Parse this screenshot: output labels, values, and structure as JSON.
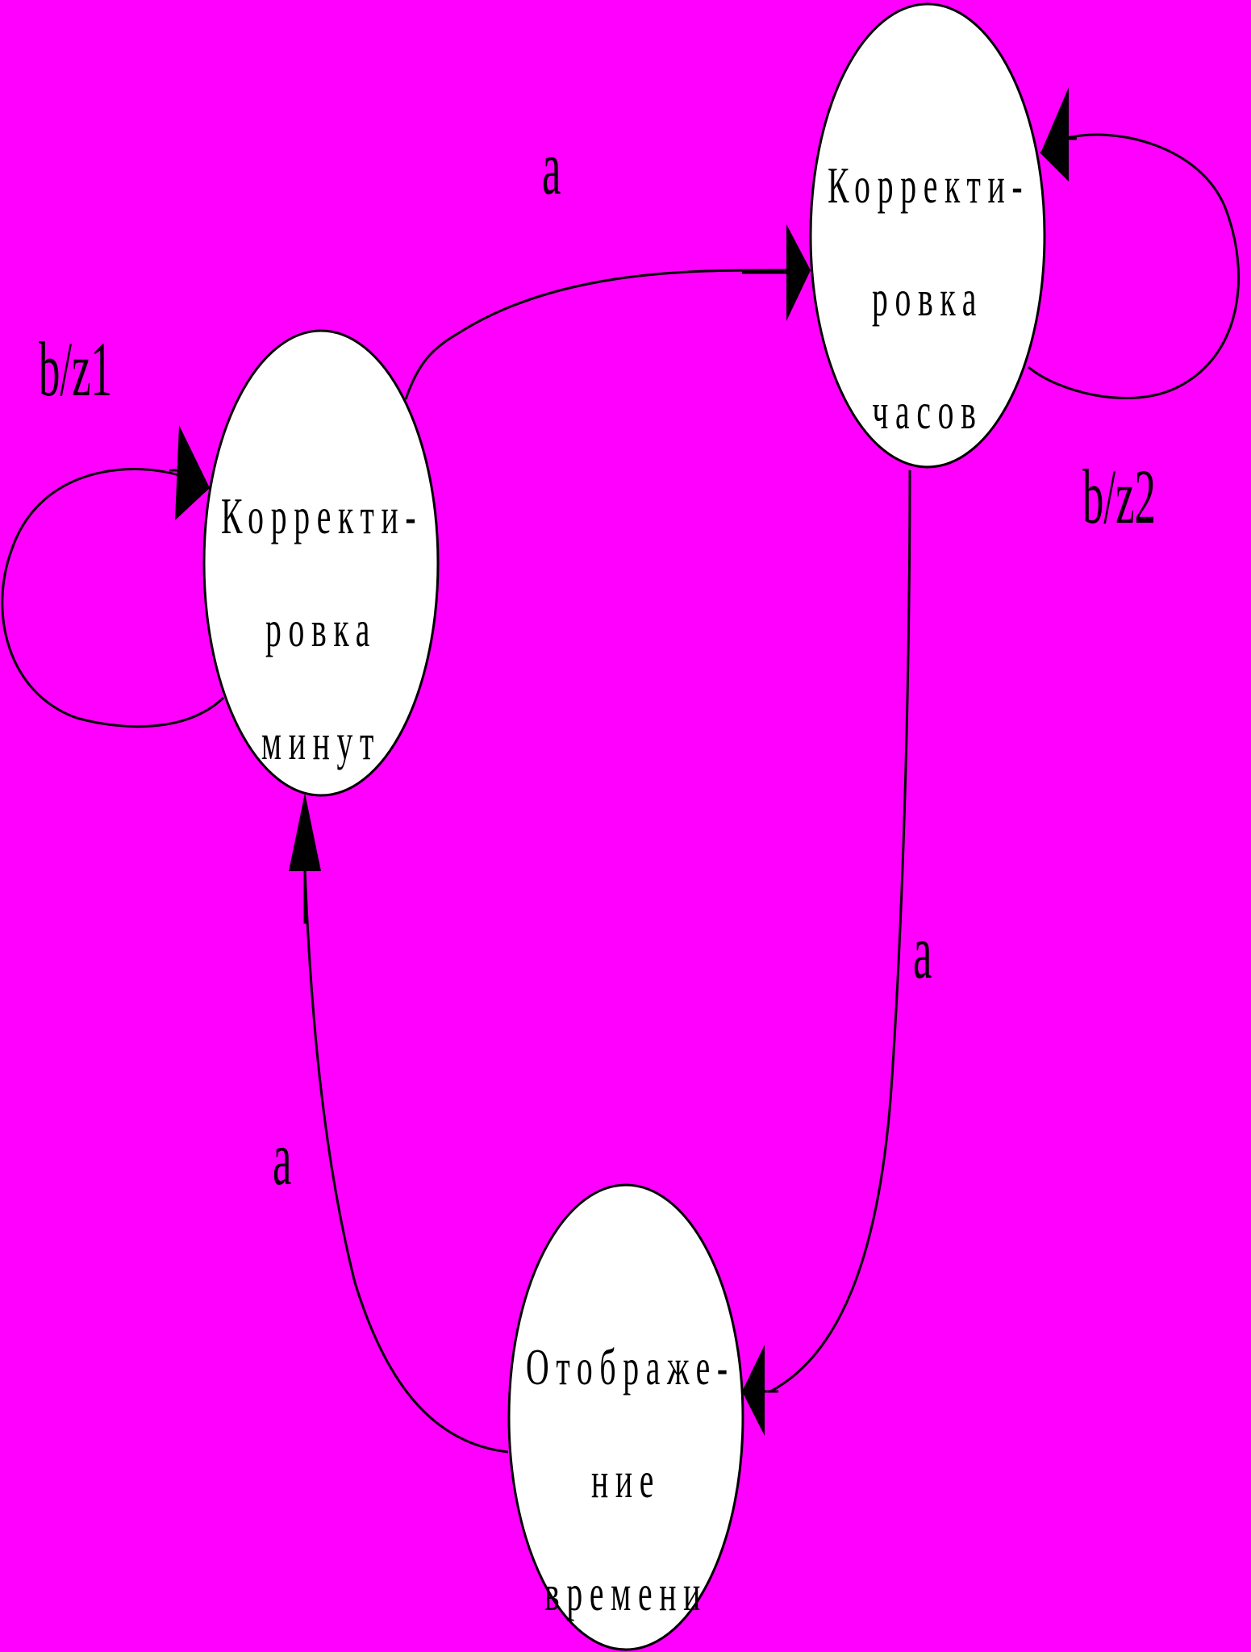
{
  "diagram": {
    "background": "#ff00ff",
    "node_fill": "#ffffff",
    "stroke": "#000000",
    "nodes": {
      "minutes": {
        "lines": [
          "Корректи-",
          "ровка",
          "минут"
        ]
      },
      "hours": {
        "lines": [
          "Корректи-",
          "ровка",
          "часов"
        ]
      },
      "display": {
        "lines": [
          "Отображе-",
          "ние",
          "времени"
        ]
      }
    },
    "edges": {
      "minutes_to_hours": {
        "label": "a"
      },
      "hours_to_display": {
        "label": "a"
      },
      "display_to_minutes": {
        "label": "a"
      },
      "minutes_loop": {
        "label": "b/z1"
      },
      "hours_loop": {
        "label": "b/z2"
      }
    }
  }
}
